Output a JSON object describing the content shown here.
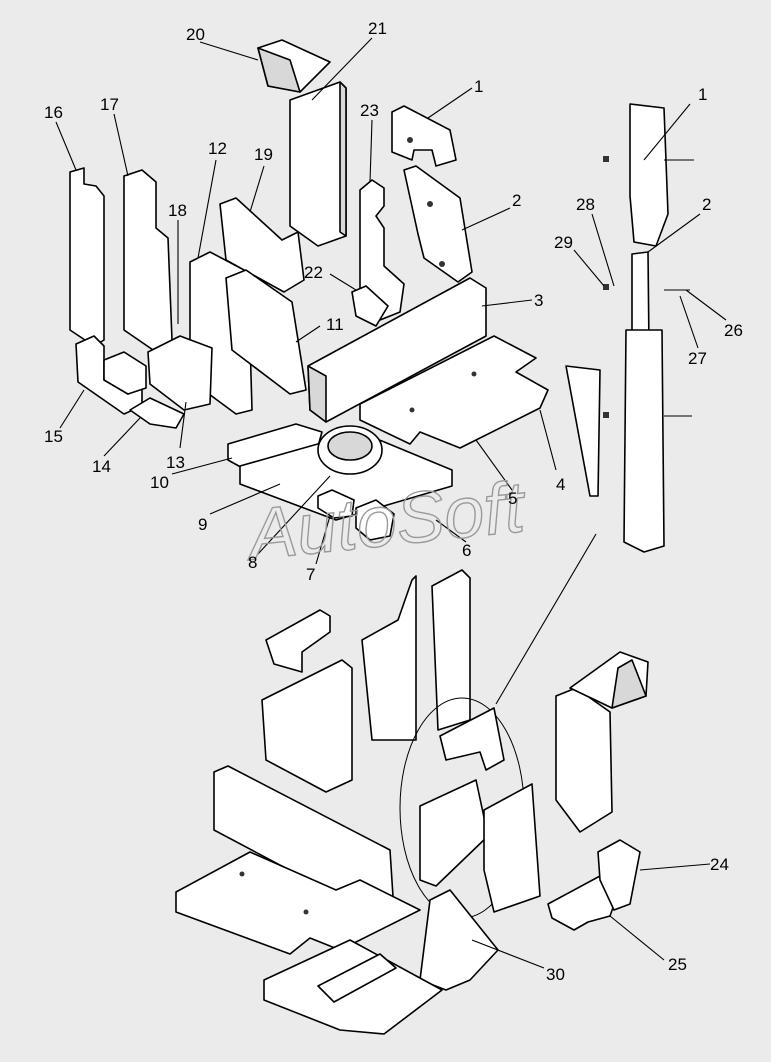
{
  "figure": {
    "watermark": "AutoSoft",
    "callouts": [
      "1",
      "2",
      "3",
      "4",
      "5",
      "6",
      "7",
      "8",
      "9",
      "10",
      "11",
      "12",
      "13",
      "14",
      "15",
      "16",
      "17",
      "18",
      "19",
      "20",
      "21",
      "22",
      "23",
      "24",
      "25",
      "26",
      "27",
      "28",
      "29",
      "30"
    ],
    "callouts_side": [
      "1",
      "2",
      "28",
      "29",
      "26",
      "27"
    ]
  },
  "colors": {
    "background": "#ebebeb",
    "part_fill": "#ffffff",
    "line": "#000000",
    "watermark": "#9a9a9a"
  }
}
